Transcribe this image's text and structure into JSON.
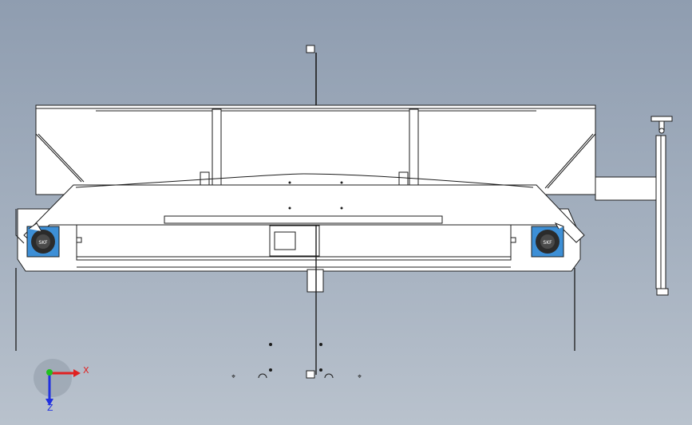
{
  "viewport": {
    "background_top": "#8f9db0",
    "background_bottom": "#b9c2cd"
  },
  "model": {
    "part_fill": "#ffffff",
    "edge_color": "#1c1c1c",
    "bearing_color": "#3d8fd6",
    "bearing_brand": "SKF"
  },
  "triad": {
    "x_label": "X",
    "z_label": "Z",
    "x_color": "#e02020",
    "y_color": "#20c020",
    "z_color": "#2030e0",
    "y_icon": "y-axis-arrow-icon"
  }
}
